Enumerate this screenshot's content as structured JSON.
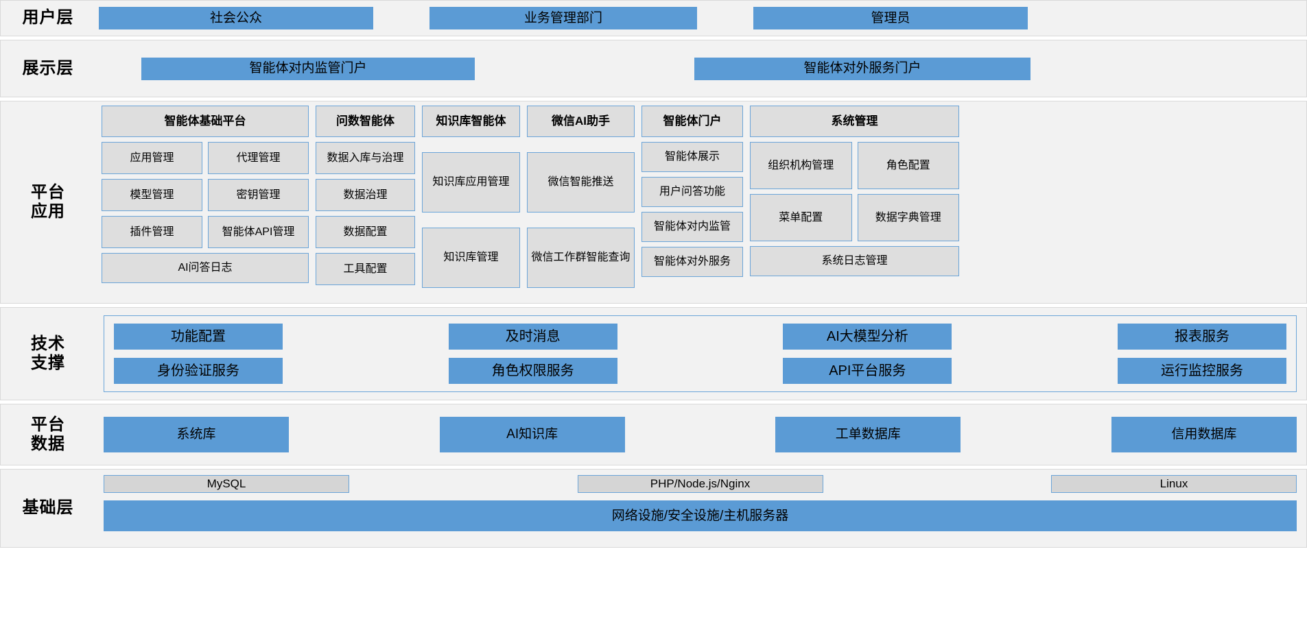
{
  "layers": {
    "user": {
      "label": "用户层",
      "items": [
        {
          "label": "社会公众"
        },
        {
          "label": "业务管理部门"
        },
        {
          "label": "管理员"
        }
      ]
    },
    "presentation": {
      "label": "展示层",
      "items": [
        {
          "label": "智能体对内监管门户"
        },
        {
          "label": "智能体对外服务门户"
        }
      ]
    },
    "application": {
      "label": "平台\n应用",
      "label_line1": "平台",
      "label_line2": "应用",
      "groups": [
        {
          "title": "智能体基础平台",
          "pairs": [
            [
              "应用管理",
              "代理管理"
            ],
            [
              "模型管理",
              "密钥管理"
            ],
            [
              "插件管理",
              "智能体API管理"
            ]
          ],
          "wide": [
            "AI问答日志"
          ]
        },
        {
          "title": "问数智能体",
          "items": [
            "数据入库与治理",
            "数据治理",
            "数据配置",
            "工具配置"
          ]
        },
        {
          "title": "知识库智能体",
          "items": [
            "知识库应用管理",
            "知识库管理"
          ]
        },
        {
          "title": "微信AI助手",
          "items": [
            "微信智能推送",
            "微信工作群智能查询"
          ]
        },
        {
          "title": "智能体门户",
          "items": [
            "智能体展示",
            "用户问答功能",
            "智能体对内监管",
            "智能体对外服务"
          ]
        },
        {
          "title": "系统管理",
          "pairs": [
            [
              "组织机构管理",
              "角色配置"
            ],
            [
              "菜单配置",
              "数据字典管理"
            ]
          ],
          "wide": [
            "系统日志管理"
          ]
        }
      ]
    },
    "technical": {
      "label_line1": "技术",
      "label_line2": "支撑",
      "rows": [
        [
          "功能配置",
          "及时消息",
          "AI大模型分析",
          "报表服务"
        ],
        [
          "身份验证服务",
          "角色权限服务",
          "API平台服务",
          "运行监控服务"
        ]
      ]
    },
    "data": {
      "label_line1": "平台",
      "label_line2": "数据",
      "items": [
        "系统库",
        "AI知识库",
        "工单数据库",
        "信用数据库"
      ]
    },
    "infrastructure": {
      "label": "基础层",
      "software": [
        "MySQL",
        "PHP/Node.js/Nginx",
        "Linux"
      ],
      "hardware": "网络设施/安全设施/主机服务器"
    }
  },
  "colors": {
    "accent_blue": "#5b9bd5",
    "box_grey": "#dedede",
    "layer_bg": "#f2f2f2",
    "border_blue": "#6aa4d8",
    "layer_border": "#d9d9d9"
  }
}
